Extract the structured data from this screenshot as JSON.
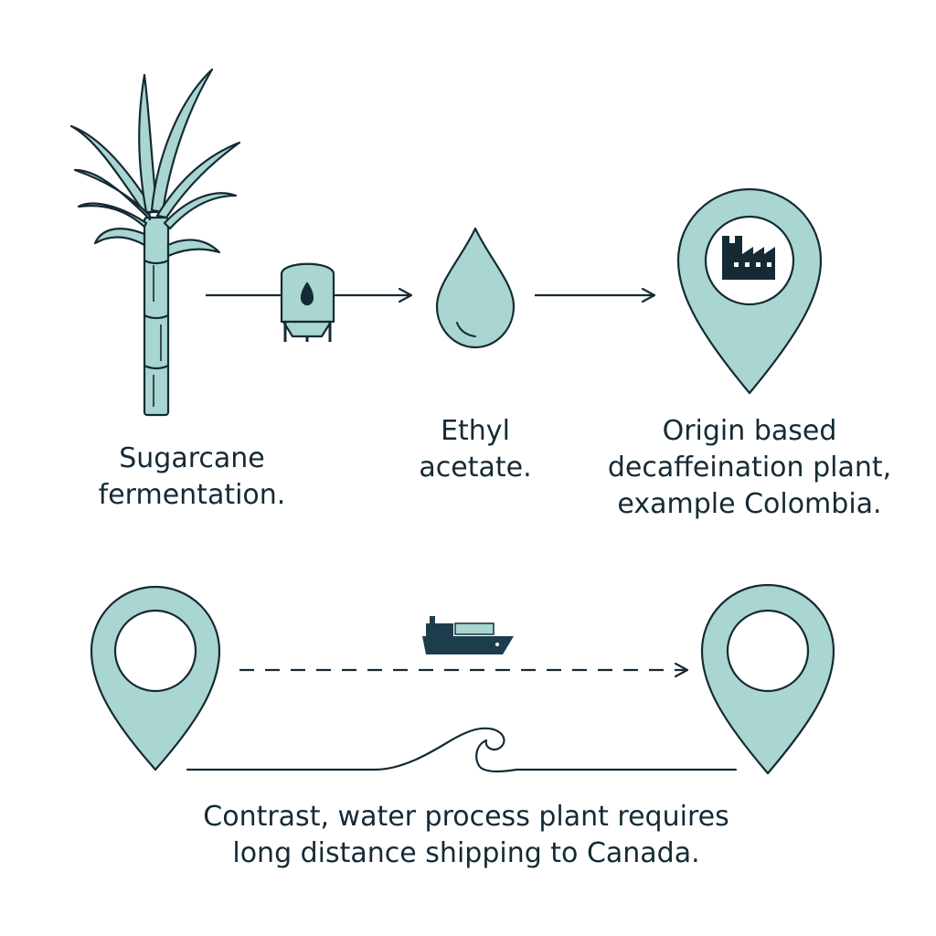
{
  "labels": {
    "sugarcane": [
      "Sugarcane",
      "fermentation."
    ],
    "ethyl": [
      "Ethyl",
      "acetate."
    ],
    "origin": [
      "Origin based",
      "decaffeination plant,",
      "example Colombia."
    ],
    "contrast": [
      "Contrast, water process plant requires",
      "long distance shipping to Canada."
    ]
  },
  "icons": [
    "sugarcane-icon",
    "fermentation-tank-icon",
    "liquid-drop-icon",
    "factory-location-pin-icon",
    "origin-location-pin-icon",
    "cargo-ship-icon",
    "destination-location-pin-icon",
    "wave-icon"
  ],
  "colors": {
    "fill": "#a9d6d0",
    "stroke": "#152a35",
    "accent": "#1d3d4d",
    "background": "#ffffff"
  }
}
